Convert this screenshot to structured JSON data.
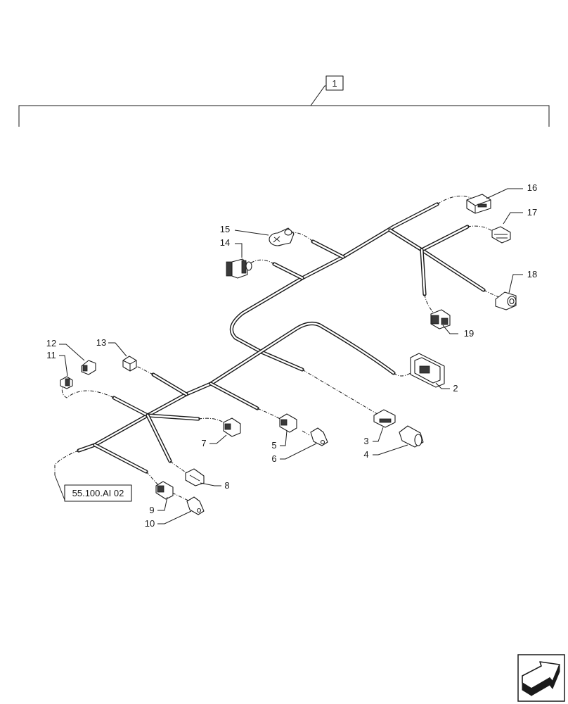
{
  "assembly": {
    "item_number": "1"
  },
  "reference_box": {
    "text": "55.100.AI 02"
  },
  "callouts": [
    {
      "id": "c16",
      "number": "16"
    },
    {
      "id": "c17",
      "number": "17"
    },
    {
      "id": "c15",
      "number": "15"
    },
    {
      "id": "c14",
      "number": "14"
    },
    {
      "id": "c18",
      "number": "18"
    },
    {
      "id": "c19",
      "number": "19"
    },
    {
      "id": "c12",
      "number": "12"
    },
    {
      "id": "c13",
      "number": "13"
    },
    {
      "id": "c11",
      "number": "11"
    },
    {
      "id": "c2",
      "number": "2"
    },
    {
      "id": "c3",
      "number": "3"
    },
    {
      "id": "c4",
      "number": "4"
    },
    {
      "id": "c7",
      "number": "7"
    },
    {
      "id": "c5",
      "number": "5"
    },
    {
      "id": "c6",
      "number": "6"
    },
    {
      "id": "c8",
      "number": "8"
    },
    {
      "id": "c9",
      "number": "9"
    },
    {
      "id": "c10",
      "number": "10"
    }
  ],
  "nav_icon": "arrow-navigation-icon"
}
